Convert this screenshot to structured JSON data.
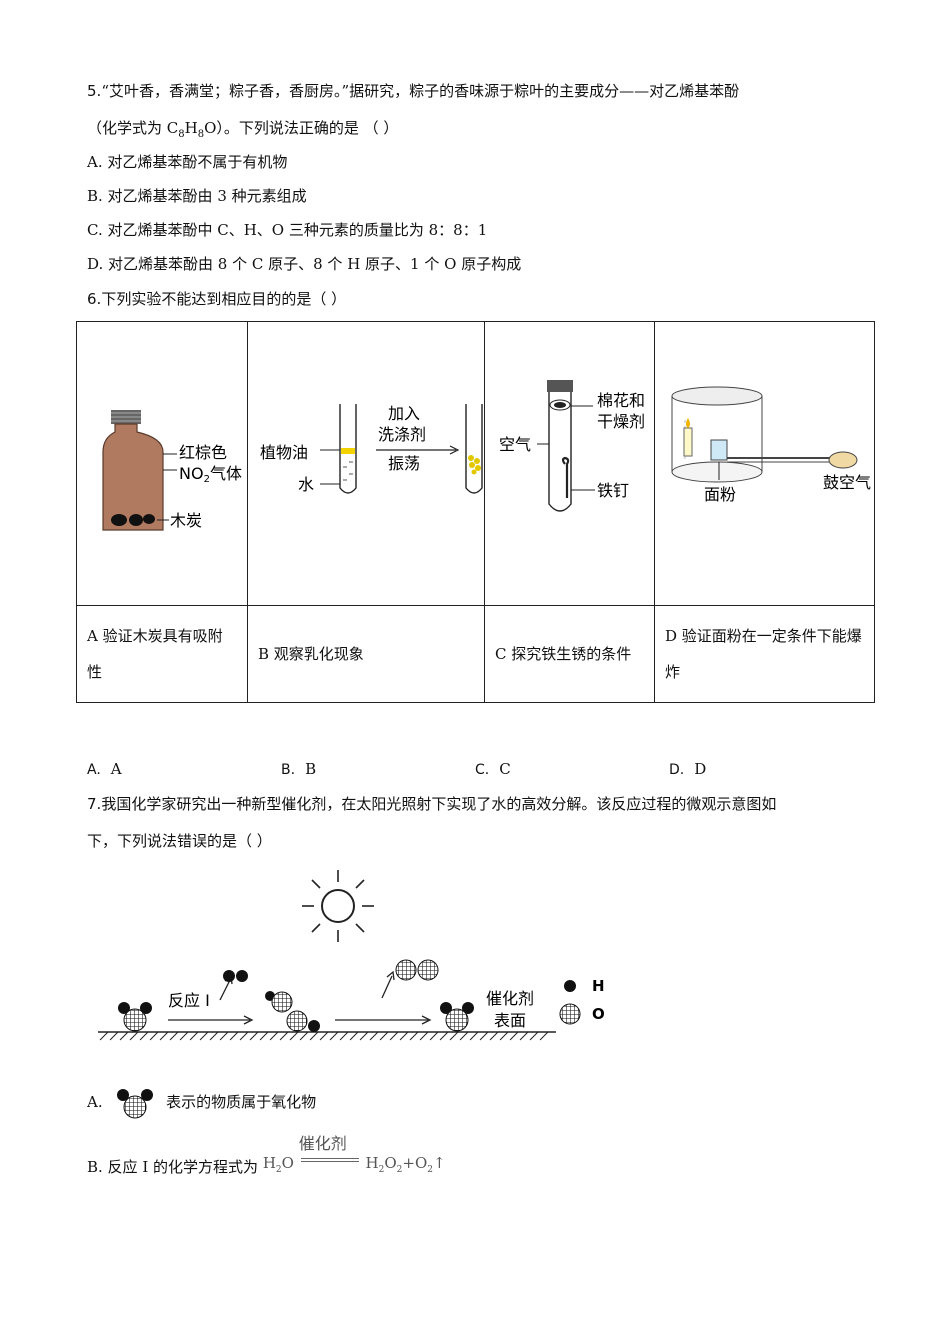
{
  "q5": {
    "number": "5.",
    "stem_line1": "“艾叶香，香满堂；粽子香，香厨房。”据研究，粽子的香味源于粽叶的主要成分——对乙烯基苯酚",
    "stem_line2_pre": "（化学式为 C",
    "sub1": "8",
    "mid1": "H",
    "sub2": "8",
    "mid2": "O）。下列说法正确的是 （ ）",
    "options": [
      "A. 对乙烯基苯酚不属于有机物",
      "B. 对乙烯基苯酚由 3 种元素组成",
      "C. 对乙烯基苯酚中 C、H、O 三种元素的质量比为 8：8：1",
      "D. 对乙烯基苯酚由 8 个 C 原子、8 个 H 原子、1 个 O 原子构成"
    ]
  },
  "q6": {
    "number": "6.",
    "stem": "下列实验不能达到相应目的的是（ ）",
    "figA": {
      "label1": "红棕色",
      "label2a": "NO",
      "label2sub": "2",
      "label2b": "气体",
      "label3": "木炭"
    },
    "figB": {
      "oil": "植物油",
      "water": "水",
      "step1": "加入",
      "step2": "洗涤剂",
      "step3": "振荡"
    },
    "figC": {
      "cotton1": "棉花和",
      "cotton2": "干燥剂",
      "air": "空气",
      "nail": "铁钉"
    },
    "figD": {
      "flour": "面粉",
      "blow": "鼓空气"
    },
    "captions": [
      "A 验证木炭具有吸附性",
      "B 观察乳化现象",
      "C 探究铁生锈的条件",
      "D 验证面粉在一定条件下能爆炸"
    ],
    "choices": [
      {
        "letter": "A.",
        "value": "A"
      },
      {
        "letter": "B.",
        "value": "B"
      },
      {
        "letter": "C.",
        "value": "C"
      },
      {
        "letter": "D.",
        "value": "D"
      }
    ]
  },
  "q7": {
    "number": "7.",
    "stem_line1": "我国化学家研究出一种新型催化剂，在太阳光照射下实现了水的高效分解。该反应过程的微观示意图如",
    "stem_line2": "下，下列说法错误的是（ ）",
    "diagram": {
      "reaction1": "反应 I",
      "catalyst1": "催化剂",
      "catalyst2": "表面",
      "legend_h": "H",
      "legend_o": "O"
    },
    "optionA_letter": "A.",
    "optionA_text": "表示的物质属于氧化物",
    "optionB_pre": "B. 反应 I 的化学方程式为",
    "eq_catalyst": "催化剂",
    "eq_left": "H",
    "eq_left_sub": "2",
    "eq_left_o": "O",
    "eq_r1": "H",
    "eq_r1_sub": "2",
    "eq_r1_o": "O",
    "eq_r1_sub2": "2",
    "eq_plus": "+O",
    "eq_r2_sub": "2",
    "eq_arrow": "↑"
  }
}
